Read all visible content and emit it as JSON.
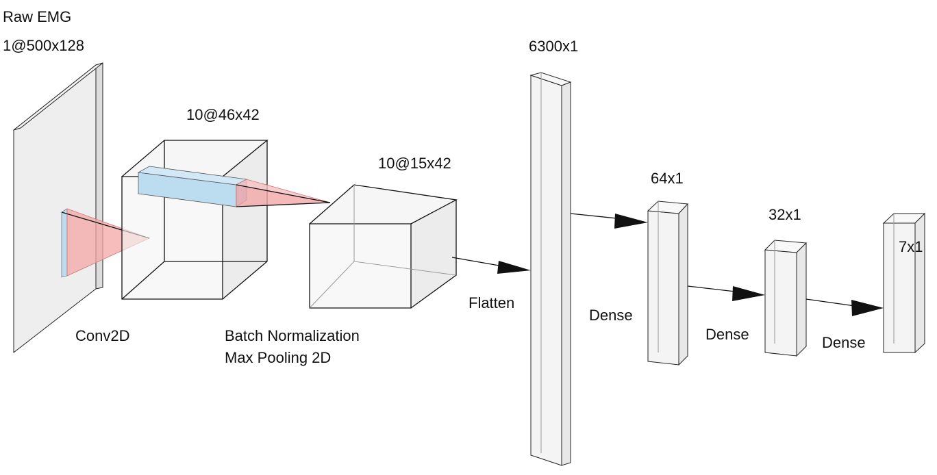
{
  "diagram": {
    "input": {
      "title": "Raw EMG",
      "shape": "1@500x128"
    },
    "conv": {
      "shape": "10@46x42",
      "op": "Conv2D"
    },
    "pool": {
      "shape": "10@15x42",
      "op_line1": "Batch Normalization",
      "op_line2": "Max Pooling 2D"
    },
    "flatten": {
      "shape": "6300x1",
      "op": "Flatten"
    },
    "dense1": {
      "shape": "64x1",
      "op": "Dense"
    },
    "dense2": {
      "shape": "32x1",
      "op": "Dense"
    },
    "dense3": {
      "shape": "7x1",
      "op": "Dense"
    }
  },
  "colors": {
    "box_fill": "#f2f2f2",
    "face_fill": "#e9e9e9",
    "kernel_red": "#f4a7a7",
    "kernel_blue": "#bcdcf0",
    "edge": "#111111"
  }
}
